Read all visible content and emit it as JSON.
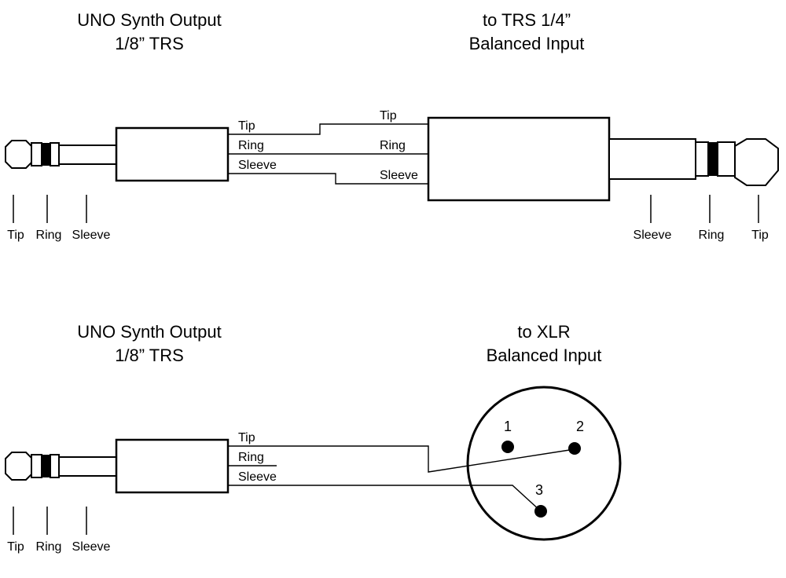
{
  "top": {
    "source": {
      "title1": "UNO Synth Output",
      "title2": "1/8” TRS",
      "wire_labels": {
        "tip": "Tip",
        "ring": "Ring",
        "sleeve": "Sleeve"
      },
      "pin_labels": {
        "tip": "Tip",
        "ring": "Ring",
        "sleeve": "Sleeve"
      }
    },
    "dest": {
      "title1": "to TRS 1/4”",
      "title2": "Balanced Input",
      "wire_labels": {
        "tip": "Tip",
        "ring": "Ring",
        "sleeve": "Sleeve"
      },
      "pin_labels": {
        "sleeve": "Sleeve",
        "ring": "Ring",
        "tip": "Tip"
      }
    }
  },
  "bottom": {
    "source": {
      "title1": "UNO Synth Output",
      "title2": "1/8” TRS",
      "wire_labels": {
        "tip": "Tip",
        "ring": "Ring",
        "sleeve": "Sleeve"
      },
      "pin_labels": {
        "tip": "Tip",
        "ring": "Ring",
        "sleeve": "Sleeve"
      }
    },
    "dest": {
      "title1": "to XLR",
      "title2": "Balanced Input",
      "pins": {
        "pin1": "1",
        "pin2": "2",
        "pin3": "3"
      }
    }
  },
  "colors": {
    "line": "#000000",
    "background": "#ffffff"
  }
}
